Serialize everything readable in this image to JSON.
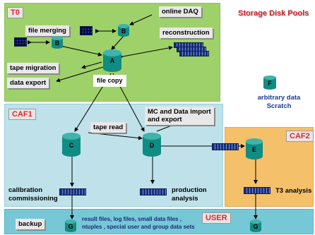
{
  "regions": {
    "t0": "T0",
    "caf1": "CAF1",
    "caf2": "CAF2",
    "user": "USER"
  },
  "title": "Storage Disk Pools",
  "labels": {
    "online_daq": "online DAQ",
    "file_merging": "file merging",
    "reconstruction": "reconstruction",
    "tape_migration": "tape migration",
    "data_export": "data export",
    "file_copy": "file copy",
    "tape_read": "tape read",
    "mc_import_1": "MC and Data import",
    "mc_import_2": "and export",
    "calibration": "calibration",
    "commissioning": "commissioning",
    "production": "production",
    "analysis": "analysis",
    "t3_analysis": "T3 analysis",
    "backup": "backup",
    "arbitrary_1": "arbitrary data",
    "arbitrary_2": "Scratch",
    "user_1": "result files, log files, small data files ,",
    "user_2": "ntuples , special user and group data sets"
  },
  "pools": {
    "a": "A",
    "b1": "B",
    "b2": "B",
    "c": "C",
    "d": "D",
    "e": "E",
    "f": "F",
    "g1": "G",
    "g2": "G"
  },
  "colors": {
    "t0_bg": "#9fd16a",
    "caf1_bg": "#bfe2ea",
    "caf2_bg": "#f5c06a",
    "user_bg": "#77c8d6",
    "disk": "#0f8c83",
    "tag_text": "#e0262d"
  }
}
